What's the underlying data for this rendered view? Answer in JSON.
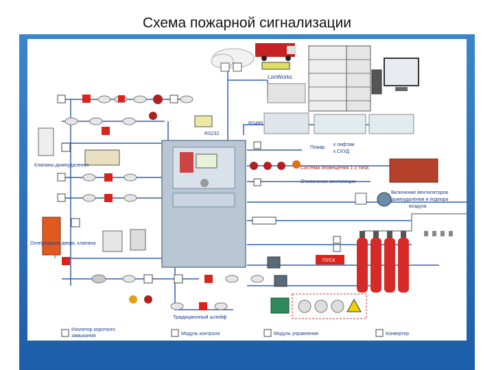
{
  "title": "Схема пожарной сигнализации",
  "labels": {
    "lonworks": "LonWorks",
    "rs232": "RS232",
    "rs485": "RS485",
    "klapany": "Клапаны дымоудаления",
    "ognevye": "Огнеупорные двери, клапана",
    "pozhar": "Пожар",
    "k_liftam": "к лифтам",
    "k_skud": "к СКУД",
    "sistema": "Система оповещения 1-2 типа",
    "otkl_vent": "Отключение вентиляции",
    "vkl_vent_1": "Включение вентиляторов",
    "vkl_vent_2": "дымоудаления и подпора",
    "vkl_vent_3": "воздуха",
    "tradic": "Традиционный шлейф",
    "pusk": "ПУСК"
  },
  "legend": [
    {
      "label_1": "Изолятор короткого",
      "label_2": "замыкания"
    },
    {
      "label_1": "Модуль контроля"
    },
    {
      "label_1": "Модуль управления"
    },
    {
      "label_1": "Конвертер"
    }
  ],
  "colors": {
    "frame": "#2a73bd",
    "line_blue": "#2f5fae",
    "line_gray": "#888888",
    "alarm_red": "#d9241c",
    "panel": "#b9c7d4"
  }
}
